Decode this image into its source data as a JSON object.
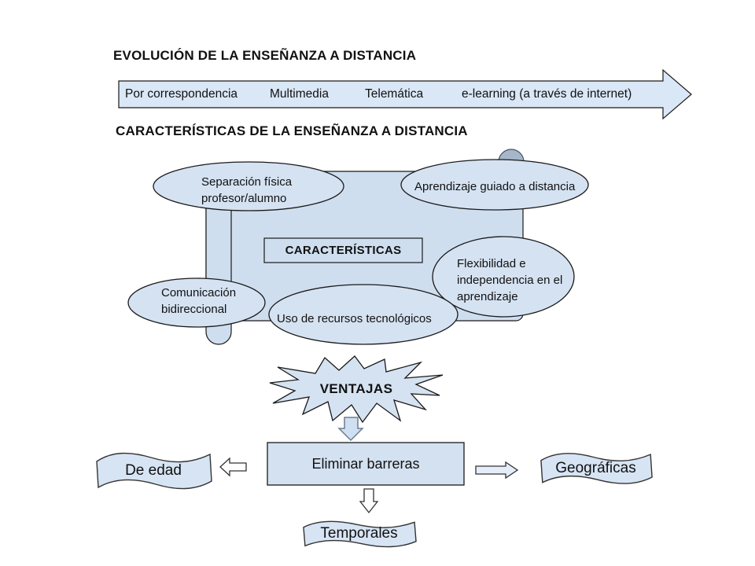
{
  "colors": {
    "shape_fill": "#d5e2f2",
    "panel_fill": "#cfdeef",
    "banner_fill": "#dae7f6",
    "box_fill": "#d3e1f1",
    "flag_fill": "#d7e4f4",
    "arrow_blue_fill": "#cfe0f2",
    "arrow_white_fill": "#ffffff",
    "arrow_tint_fill": "#e4edf8",
    "circle_fill": "#a6b7c9",
    "stroke": "#1a1a1a"
  },
  "evolution": {
    "title": "EVOLUCIÓN DE LA ENSEÑANZA A DISTANCIA",
    "timeline_stages": [
      "Por correspondencia",
      "Multimedia",
      "Telemática",
      "e-learning (a través de internet)"
    ]
  },
  "characteristics": {
    "title": "CARACTERÍSTICAS DE LA ENSEÑANZA A DISTANCIA",
    "center_label": "CARACTERÍSTICAS",
    "bubbles": {
      "separation": "Separación física\nprofesor/alumno",
      "guided": "Aprendizaje guiado a distancia",
      "flexibility": "Flexibilidad e\nindependencia en el\naprendizaje",
      "communication": "Comunicación\nbidireccional",
      "resources": "Uso de recursos tecnológicos"
    }
  },
  "advantages": {
    "burst_label": "VENTAJAS",
    "action": "Eliminar barreras",
    "barriers": {
      "age": "De edad",
      "geographic": "Geográficas",
      "temporal": "Temporales"
    }
  }
}
